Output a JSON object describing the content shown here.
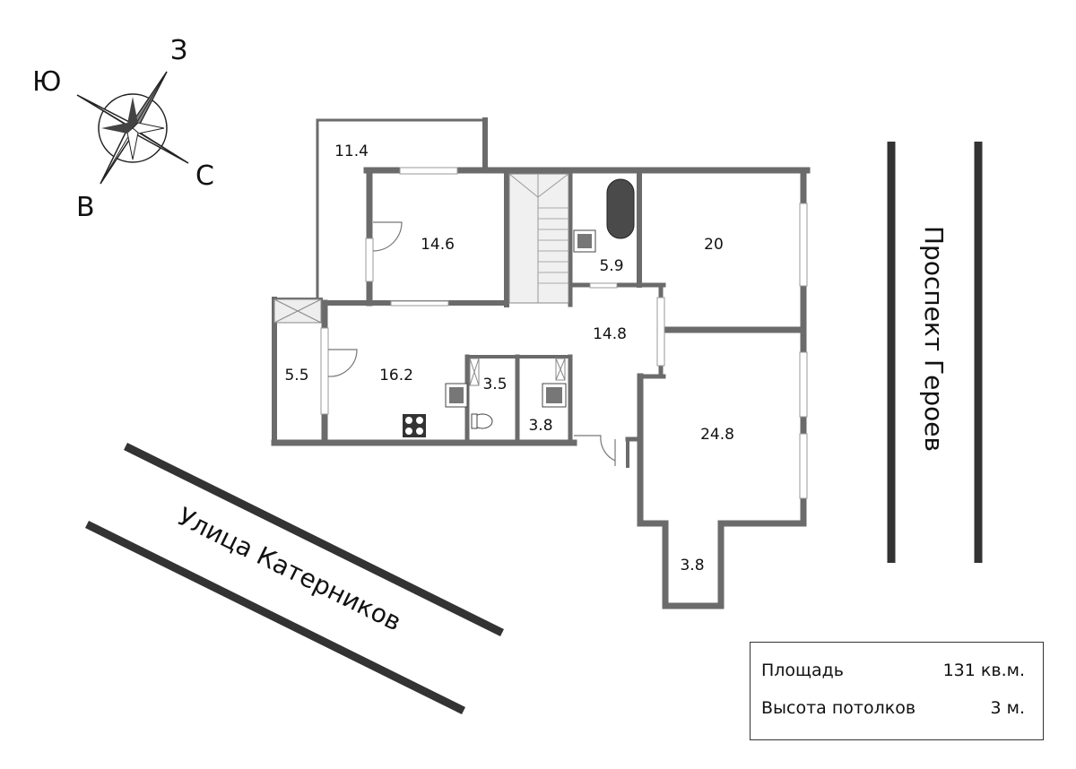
{
  "compass": {
    "north": "С",
    "south": "Ю",
    "east": "В",
    "west": "З"
  },
  "streets": {
    "left": "Улица Катерников",
    "right": "Проспект Героев"
  },
  "rooms": [
    {
      "id": "balcony",
      "area": "11.4"
    },
    {
      "id": "bedroom-top-left",
      "area": "14.6"
    },
    {
      "id": "bathroom",
      "area": "5.9"
    },
    {
      "id": "room-top-right",
      "area": "20"
    },
    {
      "id": "hall",
      "area": "14.8"
    },
    {
      "id": "loggia",
      "area": "5.5"
    },
    {
      "id": "kitchen",
      "area": "16.2"
    },
    {
      "id": "wc",
      "area": "3.5"
    },
    {
      "id": "shower",
      "area": "3.8"
    },
    {
      "id": "living-room",
      "area": "24.8"
    },
    {
      "id": "alcove",
      "area": "3.8"
    }
  ],
  "info": {
    "area_label": "Площадь",
    "area_value": "131 кв.м.",
    "height_label": "Высота потолков",
    "height_value": "3 м."
  }
}
